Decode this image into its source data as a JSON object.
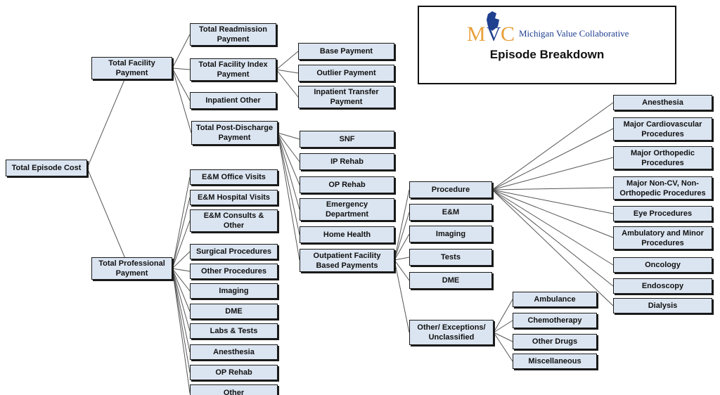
{
  "header": {
    "logo_letters": "MVC",
    "org_name": "Michigan Value Collaborative",
    "title": "Episode Breakdown"
  },
  "colors": {
    "node_fill": "#dbe5f1",
    "node_border": "#1a1a1a",
    "logo_orange": "#e8a13a",
    "logo_blue": "#1f3f8f"
  },
  "nodes": {
    "root": "Total Episode Cost",
    "facility": "Total Facility\nPayment",
    "professional": "Total Professional\nPayment",
    "readmission": "Total Readmission\nPayment",
    "facility_index": "Total Facility Index\nPayment",
    "inpatient_other": "Inpatient Other",
    "post_discharge": "Total Post-Discharge\nPayment",
    "base_payment": "Base Payment",
    "outlier_payment": "Outlier Payment",
    "inpatient_transfer": "Inpatient Transfer\nPayment",
    "snf": "SNF",
    "ip_rehab": "IP Rehab",
    "op_rehab_pd": "OP Rehab",
    "emergency_department": "Emergency\nDepartment",
    "home_health": "Home Health",
    "outpatient_facility": "Outpatient Facility\nBased Payments",
    "em_office": "E&M Office Visits",
    "em_hospital": "E&M Hospital Visits",
    "em_consults": "E&M Consults &\nOther",
    "surgical": "Surgical Procedures",
    "other_procedures": "Other Procedures",
    "imaging_prof": "Imaging",
    "dme_prof": "DME",
    "labs_tests": "Labs & Tests",
    "anesthesia_prof": "Anesthesia",
    "op_rehab_prof": "OP Rehab",
    "other_prof": "Other",
    "procedure": "Procedure",
    "em": "E&M",
    "imaging_op": "Imaging",
    "tests": "Tests",
    "dme_op": "DME",
    "other_exceptions": "Other/ Exceptions/\nUnclassified",
    "anesthesia": "Anesthesia",
    "major_cv": "Major Cardiovascular\nProcedures",
    "major_ortho": "Major Orthopedic\nProcedures",
    "major_non_cv": "Major Non-CV, Non-\nOrthopedic Procedures",
    "eye": "Eye Procedures",
    "ambulatory_minor": "Ambulatory and Minor\nProcedures",
    "oncology": "Oncology",
    "endoscopy": "Endoscopy",
    "dialysis": "Dialysis",
    "ambulance": "Ambulance",
    "chemotherapy": "Chemotherapy",
    "other_drugs": "Other Drugs",
    "miscellaneous": "Miscellaneous"
  }
}
